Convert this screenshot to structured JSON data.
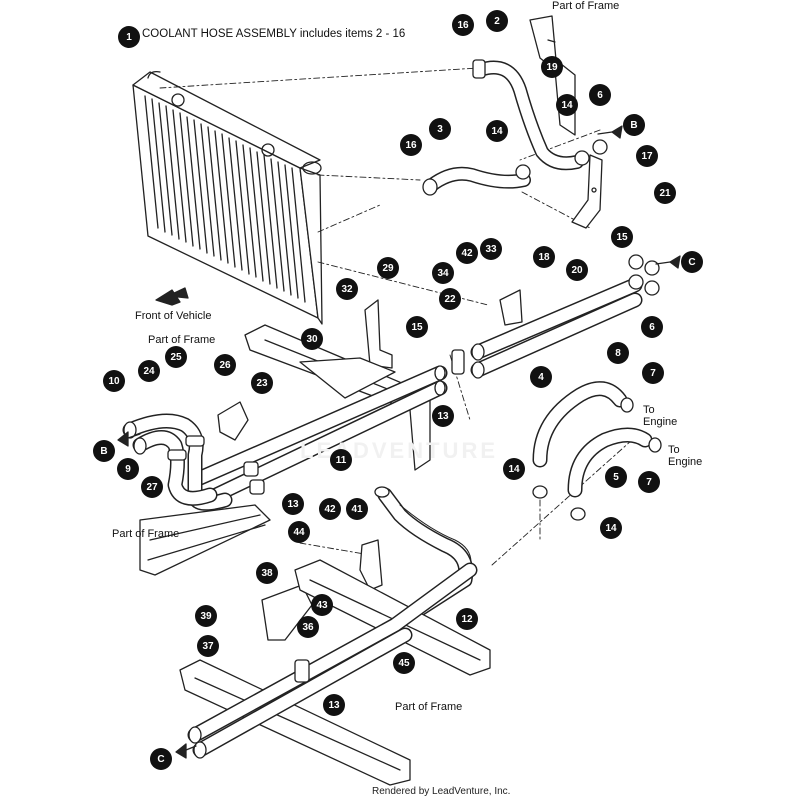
{
  "header": {
    "assembly_number": "1",
    "assembly_text": "COOLANT HOSE ASSEMBLY includes items 2 - 16"
  },
  "labels": {
    "part_of_frame_top": "Part of Frame",
    "part_of_frame_mid": "Part of Frame",
    "part_of_frame_left": "Part of Frame",
    "part_of_frame_bottom": "Part of Frame",
    "front_of_vehicle": "Front of Vehicle",
    "to_engine_1": "To\nEngine",
    "to_engine_2": "To\nEngine"
  },
  "connectors": {
    "b_right": "B",
    "b_left": "B",
    "c_right": "C",
    "c_bottom": "C"
  },
  "callouts": [
    "16",
    "2",
    "19",
    "14",
    "6",
    "3",
    "16",
    "14",
    "17",
    "21",
    "18",
    "20",
    "15",
    "42",
    "33",
    "34",
    "22",
    "29",
    "32",
    "30",
    "15",
    "8",
    "6",
    "7",
    "4",
    "25",
    "24",
    "26",
    "23",
    "10",
    "9",
    "27",
    "13",
    "13",
    "11",
    "14",
    "5",
    "7",
    "14",
    "42",
    "41",
    "44",
    "38",
    "39",
    "43",
    "36",
    "37",
    "12",
    "45",
    "13"
  ],
  "watermark": "LEADVENTURE",
  "footer": "Rendered by LeadVenture, Inc.",
  "colors": {
    "line": "#222222",
    "callout_fill": "#111111",
    "callout_text": "#ffffff"
  }
}
